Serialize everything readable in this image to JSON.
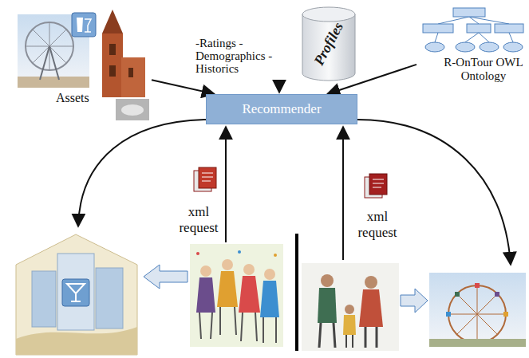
{
  "diagram": {
    "nodes": [
      {
        "text": [
          "Assets"
        ]
      },
      {
        "text": [
          "Profiles"
        ]
      },
      {
        "text": [
          "R-OnTour OWL Ontology"
        ]
      },
      {
        "text": [
          "Recommender"
        ]
      }
    ],
    "edges": [
      {
        "from": 0,
        "to": 3,
        "arrow": "to"
      },
      {
        "from": 2,
        "to": 3,
        "arrow": "to"
      }
    ],
    "labels": [
      "-Ratings -Demographics -Historics",
      "xml request",
      "xml request"
    ]
  }
}
